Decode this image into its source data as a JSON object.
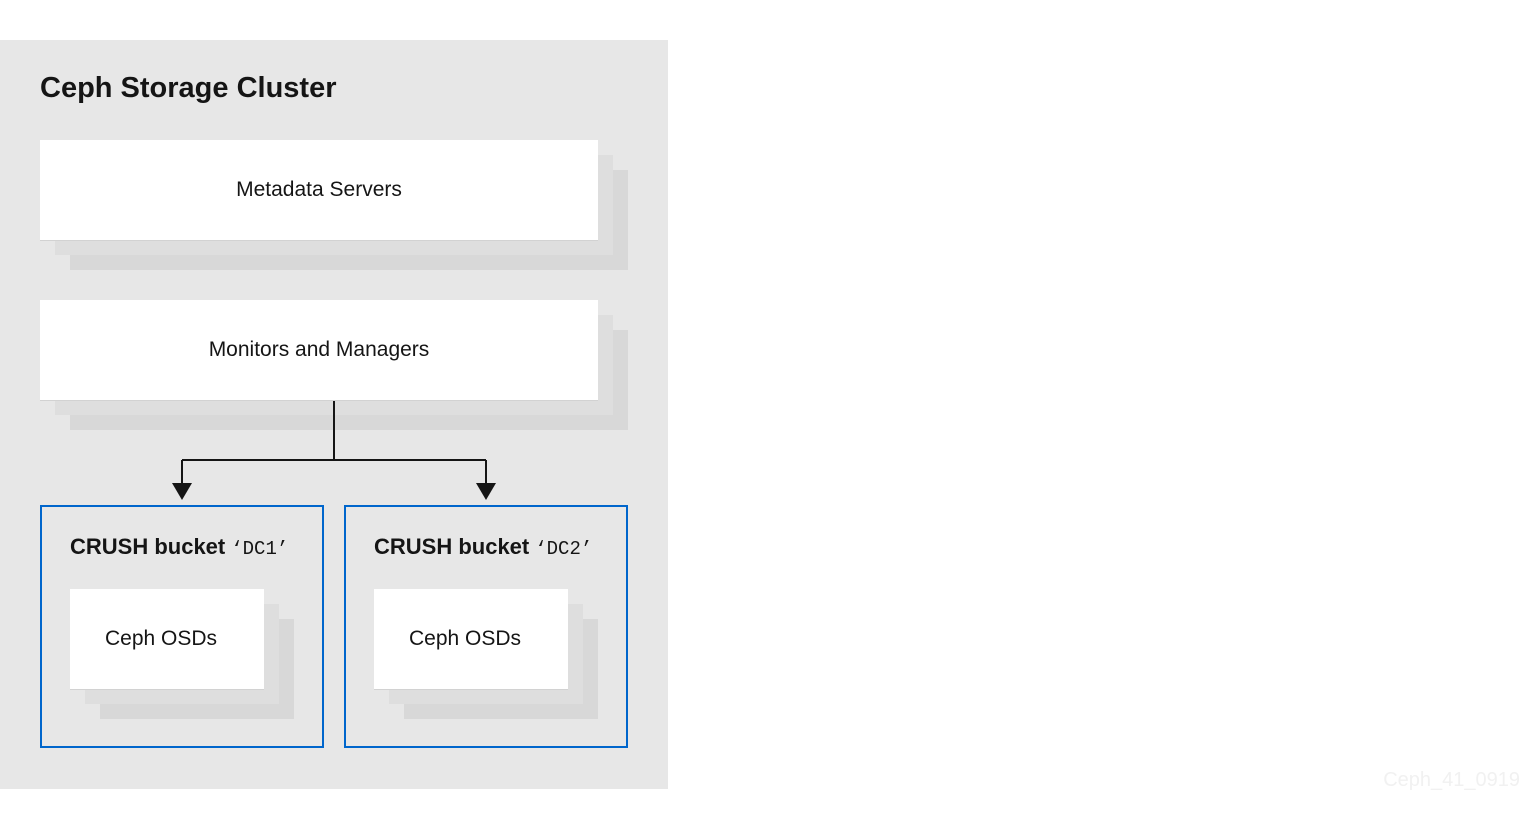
{
  "diagram": {
    "cluster": {
      "title": "Ceph Storage Cluster",
      "background": "#e7e7e7"
    },
    "metadata_servers": {
      "label": "Metadata Servers"
    },
    "monitors_managers": {
      "label": "Monitors and Managers"
    },
    "buckets": [
      {
        "title": "CRUSH bucket",
        "name": "‘DC1’",
        "osd_label": "Ceph OSDs"
      },
      {
        "title": "CRUSH bucket",
        "name": "‘DC2’",
        "osd_label": "Ceph OSDs"
      }
    ],
    "colors": {
      "bucket_border": "#0066cc",
      "arrow": "#151515",
      "card": "#ffffff",
      "stack_shadow": "#d8d8d8"
    },
    "watermark": "Ceph_41_0919"
  }
}
